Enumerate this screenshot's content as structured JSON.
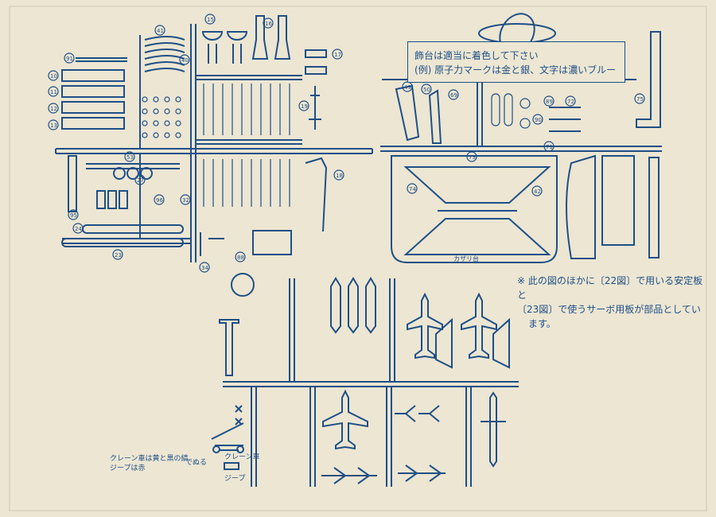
{
  "note_box": {
    "line1": "飾台は適当に着色して下さい",
    "line2": "(例) 原子力マークは金と銀、文字は濃いブルー"
  },
  "side_note": {
    "line1": "※ 此の図のほかに〔22図〕で用いる安定板と",
    "line2": "〔23図〕で使うサーボ用板が部品としてい",
    "line3": "ます。"
  },
  "stand_label": "カザリ台",
  "crane_note": {
    "line1": "クレーン車は黄と黒の縞",
    "line2": "ジープは赤",
    "suffix": "でぬる"
  },
  "crane_label": "クレーン車",
  "jeep_label": "ジープ",
  "part_numbers": {
    "n41": "41",
    "n91": "91",
    "n10": "10",
    "n11": "11",
    "n12": "12",
    "n13": "13",
    "n40": "40",
    "n15": "15",
    "n16": "16",
    "n17": "17",
    "n19": "19",
    "n53": "53",
    "n27": "27",
    "n95": "95",
    "n24": "24",
    "n23": "23",
    "n32": "32",
    "n96": "96",
    "n18": "18",
    "n88": "88",
    "n34": "34",
    "n49": "49",
    "n50": "50",
    "n69": "69",
    "n72": "72",
    "n75": "75",
    "n73": "73",
    "n74": "74",
    "n42": "42",
    "n89": "89",
    "n90": "90",
    "n71": "71"
  }
}
